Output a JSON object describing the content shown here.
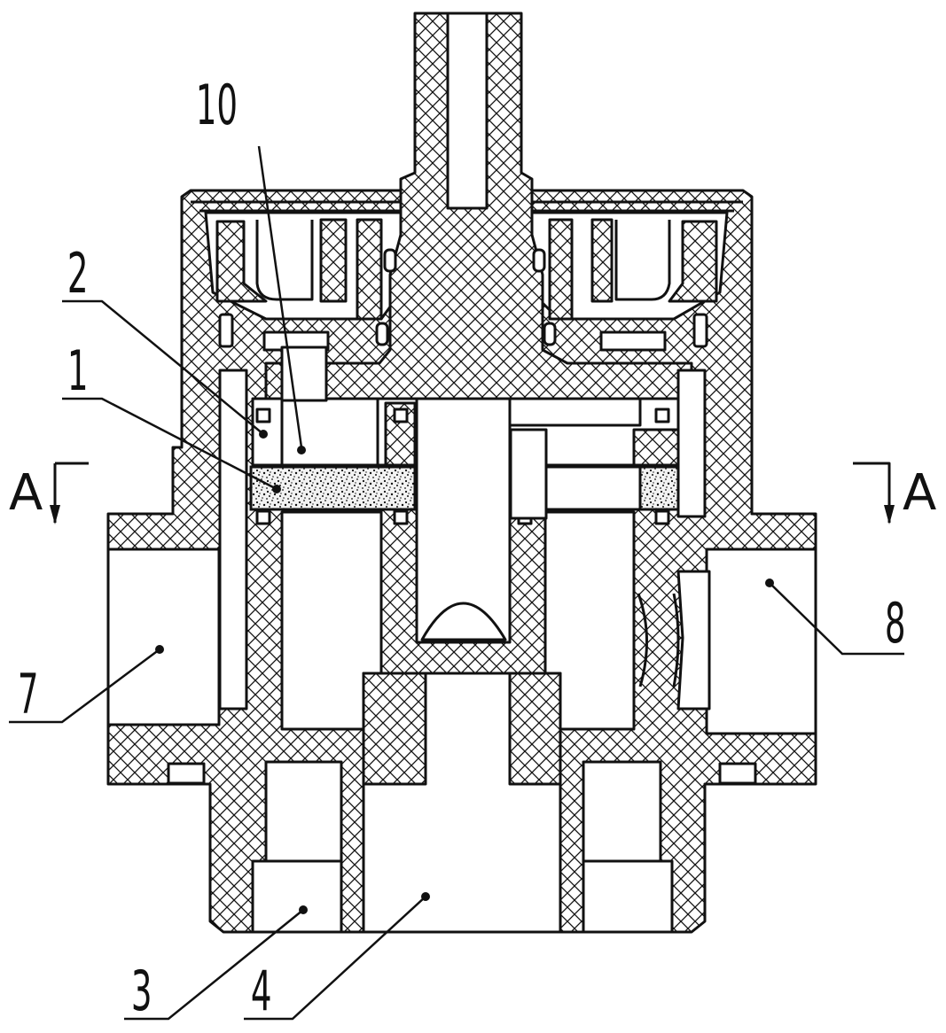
{
  "part_labels": {
    "l10": "10",
    "l2": "2",
    "l1": "1",
    "l7": "7",
    "l8": "8",
    "l3": "3",
    "l4": "4"
  },
  "section_labels": {
    "left": "A",
    "right": "A"
  },
  "colors": {
    "line": "#111111",
    "background": "#ffffff"
  }
}
